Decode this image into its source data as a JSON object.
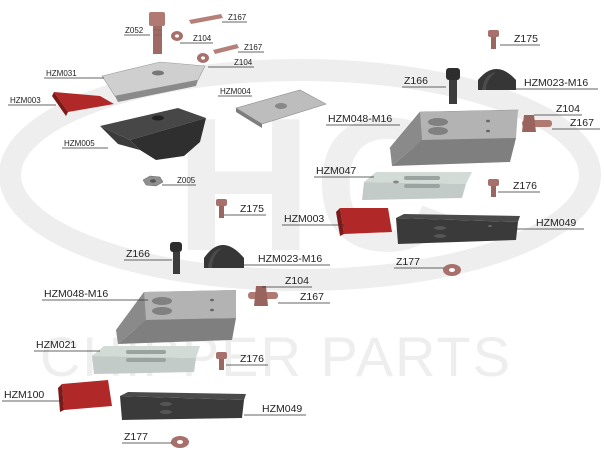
{
  "watermark": {
    "logo_text": "HC",
    "brand": "CHIPPER PARTS"
  },
  "labels": {
    "z052": "Z052",
    "z104_a": "Z104",
    "z167_a": "Z167",
    "z104_b": "Z104",
    "z167_b": "Z167",
    "hzm031": "HZM031",
    "hzm003_a": "HZM003",
    "hzm004": "HZM004",
    "hzm005": "HZM005",
    "z005": "Z005",
    "z175_a": "Z175",
    "z175_b": "Z175",
    "z166_a": "Z166",
    "hzm023_a": "HZM023-M16",
    "hzm048_a": "HZM048-M16",
    "z104_c": "Z104",
    "z167_c": "Z167",
    "hzm047": "HZM047",
    "z176_a": "Z176",
    "hzm003_b": "HZM003",
    "hzm049_a": "HZM049",
    "z177_a": "Z177",
    "z166_b": "Z166",
    "hzm023_b": "HZM023-M16",
    "hzm048_b": "HZM048-M16",
    "z104_d": "Z104",
    "z167_d": "Z167",
    "hzm021": "HZM021",
    "z176_b": "Z176",
    "hzm100": "HZM100",
    "hzm049_b": "HZM049",
    "z177_b": "Z177"
  },
  "colors": {
    "bolt": "#a8706a",
    "red_part": "#b02828",
    "dark_part": "#3a3a3a",
    "grey_part": "#9a9a9a",
    "light_part": "#c9d0cc",
    "watermark": "#eeeeee"
  }
}
